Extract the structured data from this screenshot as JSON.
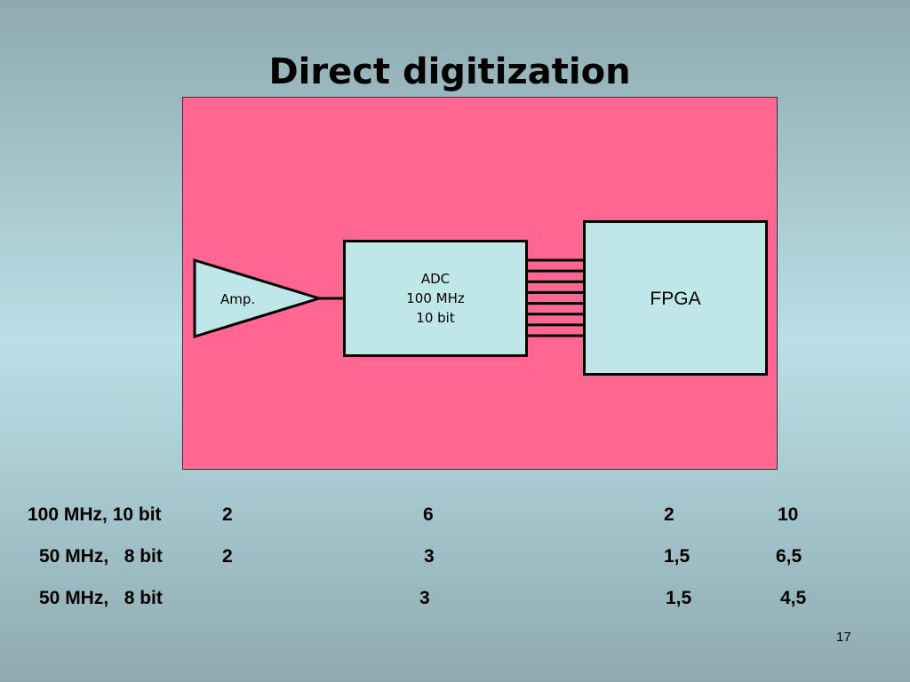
{
  "slide": {
    "title": "Direct digitization",
    "page_number": "17"
  },
  "diagram": {
    "amp": {
      "label": "Amp."
    },
    "adc": {
      "lines": [
        "ADC",
        "100 MHz",
        "10 bit"
      ]
    },
    "fpga": {
      "label": "FPGA"
    },
    "bus_line_count": 8,
    "colors": {
      "background_panel": "#ff6692",
      "box_fill": "#bfe6e8",
      "stroke": "#000000"
    }
  },
  "table": {
    "rows": [
      {
        "config": "100 MHz, 10 bit",
        "c1": "2",
        "c2": "6",
        "c3": "2",
        "c4": "10"
      },
      {
        "config": "50 MHz,   8 bit",
        "c1": "2",
        "c2": "3",
        "c3": "1,5",
        "c4": "6,5"
      },
      {
        "config": "50 MHz,   8 bit",
        "c1": "",
        "c2": "3",
        "c3": "1,5",
        "c4": "4,5"
      }
    ]
  }
}
